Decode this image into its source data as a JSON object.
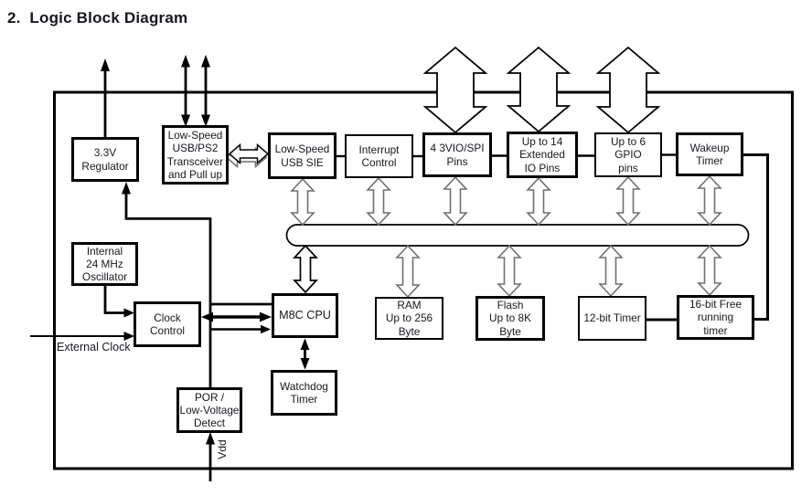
{
  "title": "2.  Logic Block Diagram",
  "colors": {
    "line": "#000000",
    "gray_arrow": "#6f6f6f",
    "text": "#17171f",
    "background": "#ffffff"
  },
  "blocks": {
    "regulator": "3.3V\nRegulator",
    "transceiver": "Low-Speed\nUSB/PS2\nTransceiver\nand Pull up",
    "usb_sie": "Low-Speed\nUSB SIE",
    "interrupt": "Interrupt\nControl",
    "vio_spi": "4 3VIO/SPI\nPins",
    "extended_io": "Up to 14\nExtended\nIO Pins",
    "gpio": "Up to 6\nGPIO\npins",
    "wakeup": "Wakeup\nTimer",
    "oscillator": "Internal\n24 MHz\nOscillator",
    "clock_control": "Clock\nControl",
    "cpu": "M8C CPU",
    "watchdog": "Watchdog\nTimer",
    "por": "POR /\nLow-Voltage\nDetect",
    "ram": "RAM\nUp to 256\nByte",
    "flash": "Flash\nUp to 8K\nByte",
    "timer12": "12-bit Timer",
    "timer16": "16-bit Free\nrunning\ntimer"
  },
  "labels": {
    "external_clock": "External Clock",
    "vdd": "Vdd"
  }
}
